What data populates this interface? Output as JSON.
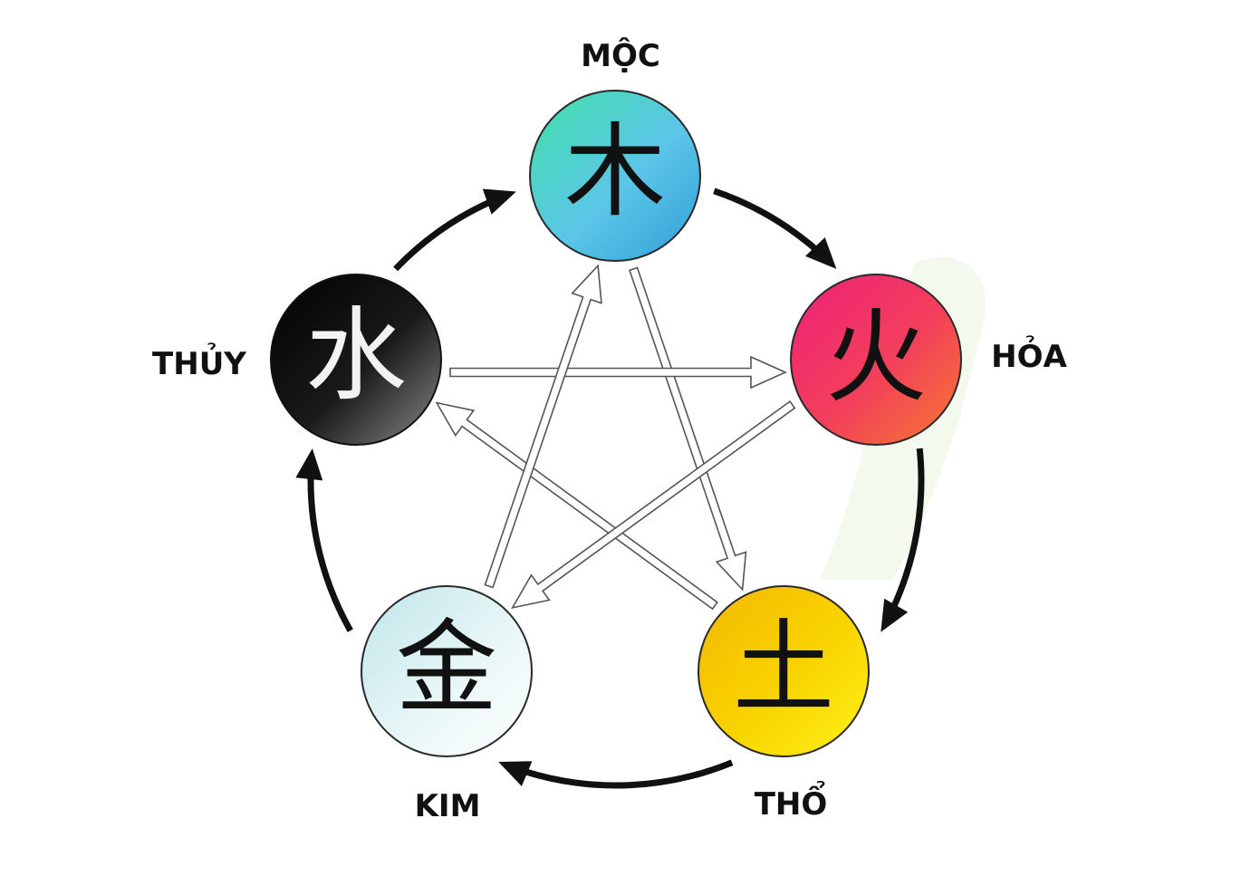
{
  "elements": [
    {
      "key": "moc",
      "label": "MỘC",
      "glyph": "木",
      "colors": [
        "#3fe0a8",
        "#5cc6e8",
        "#2f9fd8"
      ],
      "glyph_color": "#111111"
    },
    {
      "key": "hoa",
      "label": "HỎA",
      "glyph": "火",
      "colors": [
        "#f0207a",
        "#f2405a",
        "#f57a30"
      ],
      "glyph_color": "#111111"
    },
    {
      "key": "tho",
      "label": "THỔ",
      "glyph": "土",
      "colors": [
        "#f5b800",
        "#f8d400",
        "#fff21a"
      ],
      "glyph_color": "#111111"
    },
    {
      "key": "kim",
      "label": "KIM",
      "glyph": "金",
      "colors": [
        "#bfe6ea",
        "#e8f6f6",
        "#ffffff"
      ],
      "glyph_color": "#111111"
    },
    {
      "key": "thuy",
      "label": "THỦY",
      "glyph": "水",
      "colors": [
        "#000000",
        "#1a1a1a",
        "#8a8a8a"
      ],
      "glyph_color": "#f2f2f2"
    }
  ],
  "generating_cycle": [
    [
      "moc",
      "hoa"
    ],
    [
      "hoa",
      "tho"
    ],
    [
      "tho",
      "kim"
    ],
    [
      "kim",
      "thuy"
    ],
    [
      "thuy",
      "moc"
    ]
  ],
  "controlling_cycle": [
    [
      "moc",
      "tho"
    ],
    [
      "tho",
      "thuy"
    ],
    [
      "thuy",
      "hoa"
    ],
    [
      "hoa",
      "kim"
    ],
    [
      "kim",
      "moc"
    ]
  ]
}
